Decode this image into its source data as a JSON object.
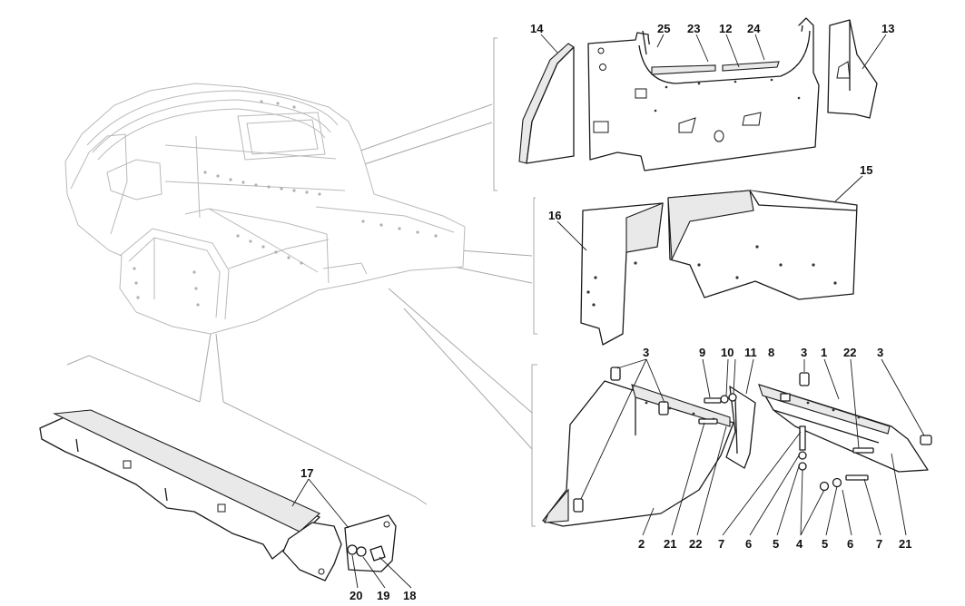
{
  "callouts": [
    {
      "id": "c14",
      "text": "14"
    },
    {
      "id": "c25",
      "text": "25"
    },
    {
      "id": "c23",
      "text": "23"
    },
    {
      "id": "c12",
      "text": "12"
    },
    {
      "id": "c24",
      "text": "24"
    },
    {
      "id": "c13",
      "text": "13"
    },
    {
      "id": "c15",
      "text": "15"
    },
    {
      "id": "c16",
      "text": "16"
    },
    {
      "id": "c3a",
      "text": "3"
    },
    {
      "id": "c9",
      "text": "9"
    },
    {
      "id": "c10",
      "text": "10"
    },
    {
      "id": "c11",
      "text": "11"
    },
    {
      "id": "c8",
      "text": "8"
    },
    {
      "id": "c3b",
      "text": "3"
    },
    {
      "id": "c1",
      "text": "1"
    },
    {
      "id": "c22a",
      "text": "22"
    },
    {
      "id": "c3c",
      "text": "3"
    },
    {
      "id": "c2",
      "text": "2"
    },
    {
      "id": "c21a",
      "text": "21"
    },
    {
      "id": "c22b",
      "text": "22"
    },
    {
      "id": "c7a",
      "text": "7"
    },
    {
      "id": "c6a",
      "text": "6"
    },
    {
      "id": "c5a",
      "text": "5"
    },
    {
      "id": "c4",
      "text": "4"
    },
    {
      "id": "c5b",
      "text": "5"
    },
    {
      "id": "c6b",
      "text": "6"
    },
    {
      "id": "c7b",
      "text": "7"
    },
    {
      "id": "c21b",
      "text": "21"
    },
    {
      "id": "c17",
      "text": "17"
    },
    {
      "id": "c20",
      "text": "20"
    },
    {
      "id": "c19",
      "text": "19"
    },
    {
      "id": "c18",
      "text": "18"
    }
  ]
}
